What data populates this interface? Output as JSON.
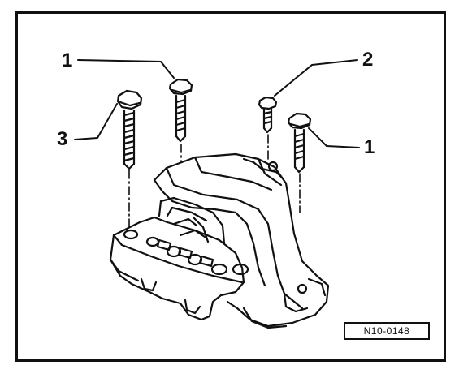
{
  "callouts": {
    "bolt_left_top": "1",
    "bolt_center": "2",
    "bolt_left": "3",
    "bolt_right": "1"
  },
  "reference_code": "N10-0148",
  "colors": {
    "ink": "#111111",
    "paper": "#ffffff"
  }
}
